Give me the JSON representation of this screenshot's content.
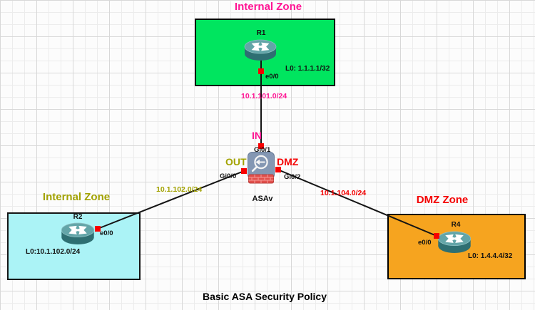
{
  "title": "Basic ASA Security Policy",
  "zones": {
    "internal_top": {
      "label": "Internal Zone",
      "label_color": "#ff1493",
      "fill": "#00e55f",
      "border": "#000000"
    },
    "internal_left": {
      "label": "Internal Zone",
      "label_color": "#a2a200",
      "fill": "#abf3f6",
      "border": "#161616"
    },
    "dmz": {
      "label": "DMZ Zone",
      "label_color": "#f40000",
      "fill": "#f6a41f",
      "border": "#000000"
    }
  },
  "devices": {
    "r1": {
      "name": "R1",
      "type": "router",
      "interface": "e0/0",
      "loopback": "L0: 1.1.1.1/32"
    },
    "r2": {
      "name": "R2",
      "type": "router",
      "interface": "e0/0",
      "loopback": "L0:10.1.102.0/24"
    },
    "r4": {
      "name": "R4",
      "type": "router",
      "interface": "e0/0",
      "loopback": "L0: 1.4.4.4/32"
    },
    "asav": {
      "name": "ASAv",
      "type": "firewall",
      "interfaces": {
        "inside": {
          "zone_label": "IN",
          "port": "Gi0/1",
          "color": "#ff1493"
        },
        "outside": {
          "zone_label": "OUT",
          "port": "Gi0/0",
          "color": "#a2a200"
        },
        "dmz": {
          "zone_label": "DMZ",
          "port": "Gi0/2",
          "color": "#f40000"
        }
      }
    }
  },
  "links": {
    "r1_asav": {
      "subnet": "10.1.101.0/24",
      "label_color": "#ff1493"
    },
    "r2_asav": {
      "subnet": "10.1.102.0/24",
      "label_color": "#a2a200"
    },
    "r4_asav": {
      "subnet": "10.1.104.0/24",
      "label_color": "#f40000"
    }
  },
  "icons": {
    "router": "cisco-router-cylinder-icon",
    "firewall": "asa-firewall-magnifier-brick-icon",
    "connector": "red-square-link-endpoint"
  },
  "colors": {
    "link_line": "#141414",
    "connector": "#f80000",
    "grid_minor": "#ececec",
    "grid_major": "#d8d8d8"
  }
}
